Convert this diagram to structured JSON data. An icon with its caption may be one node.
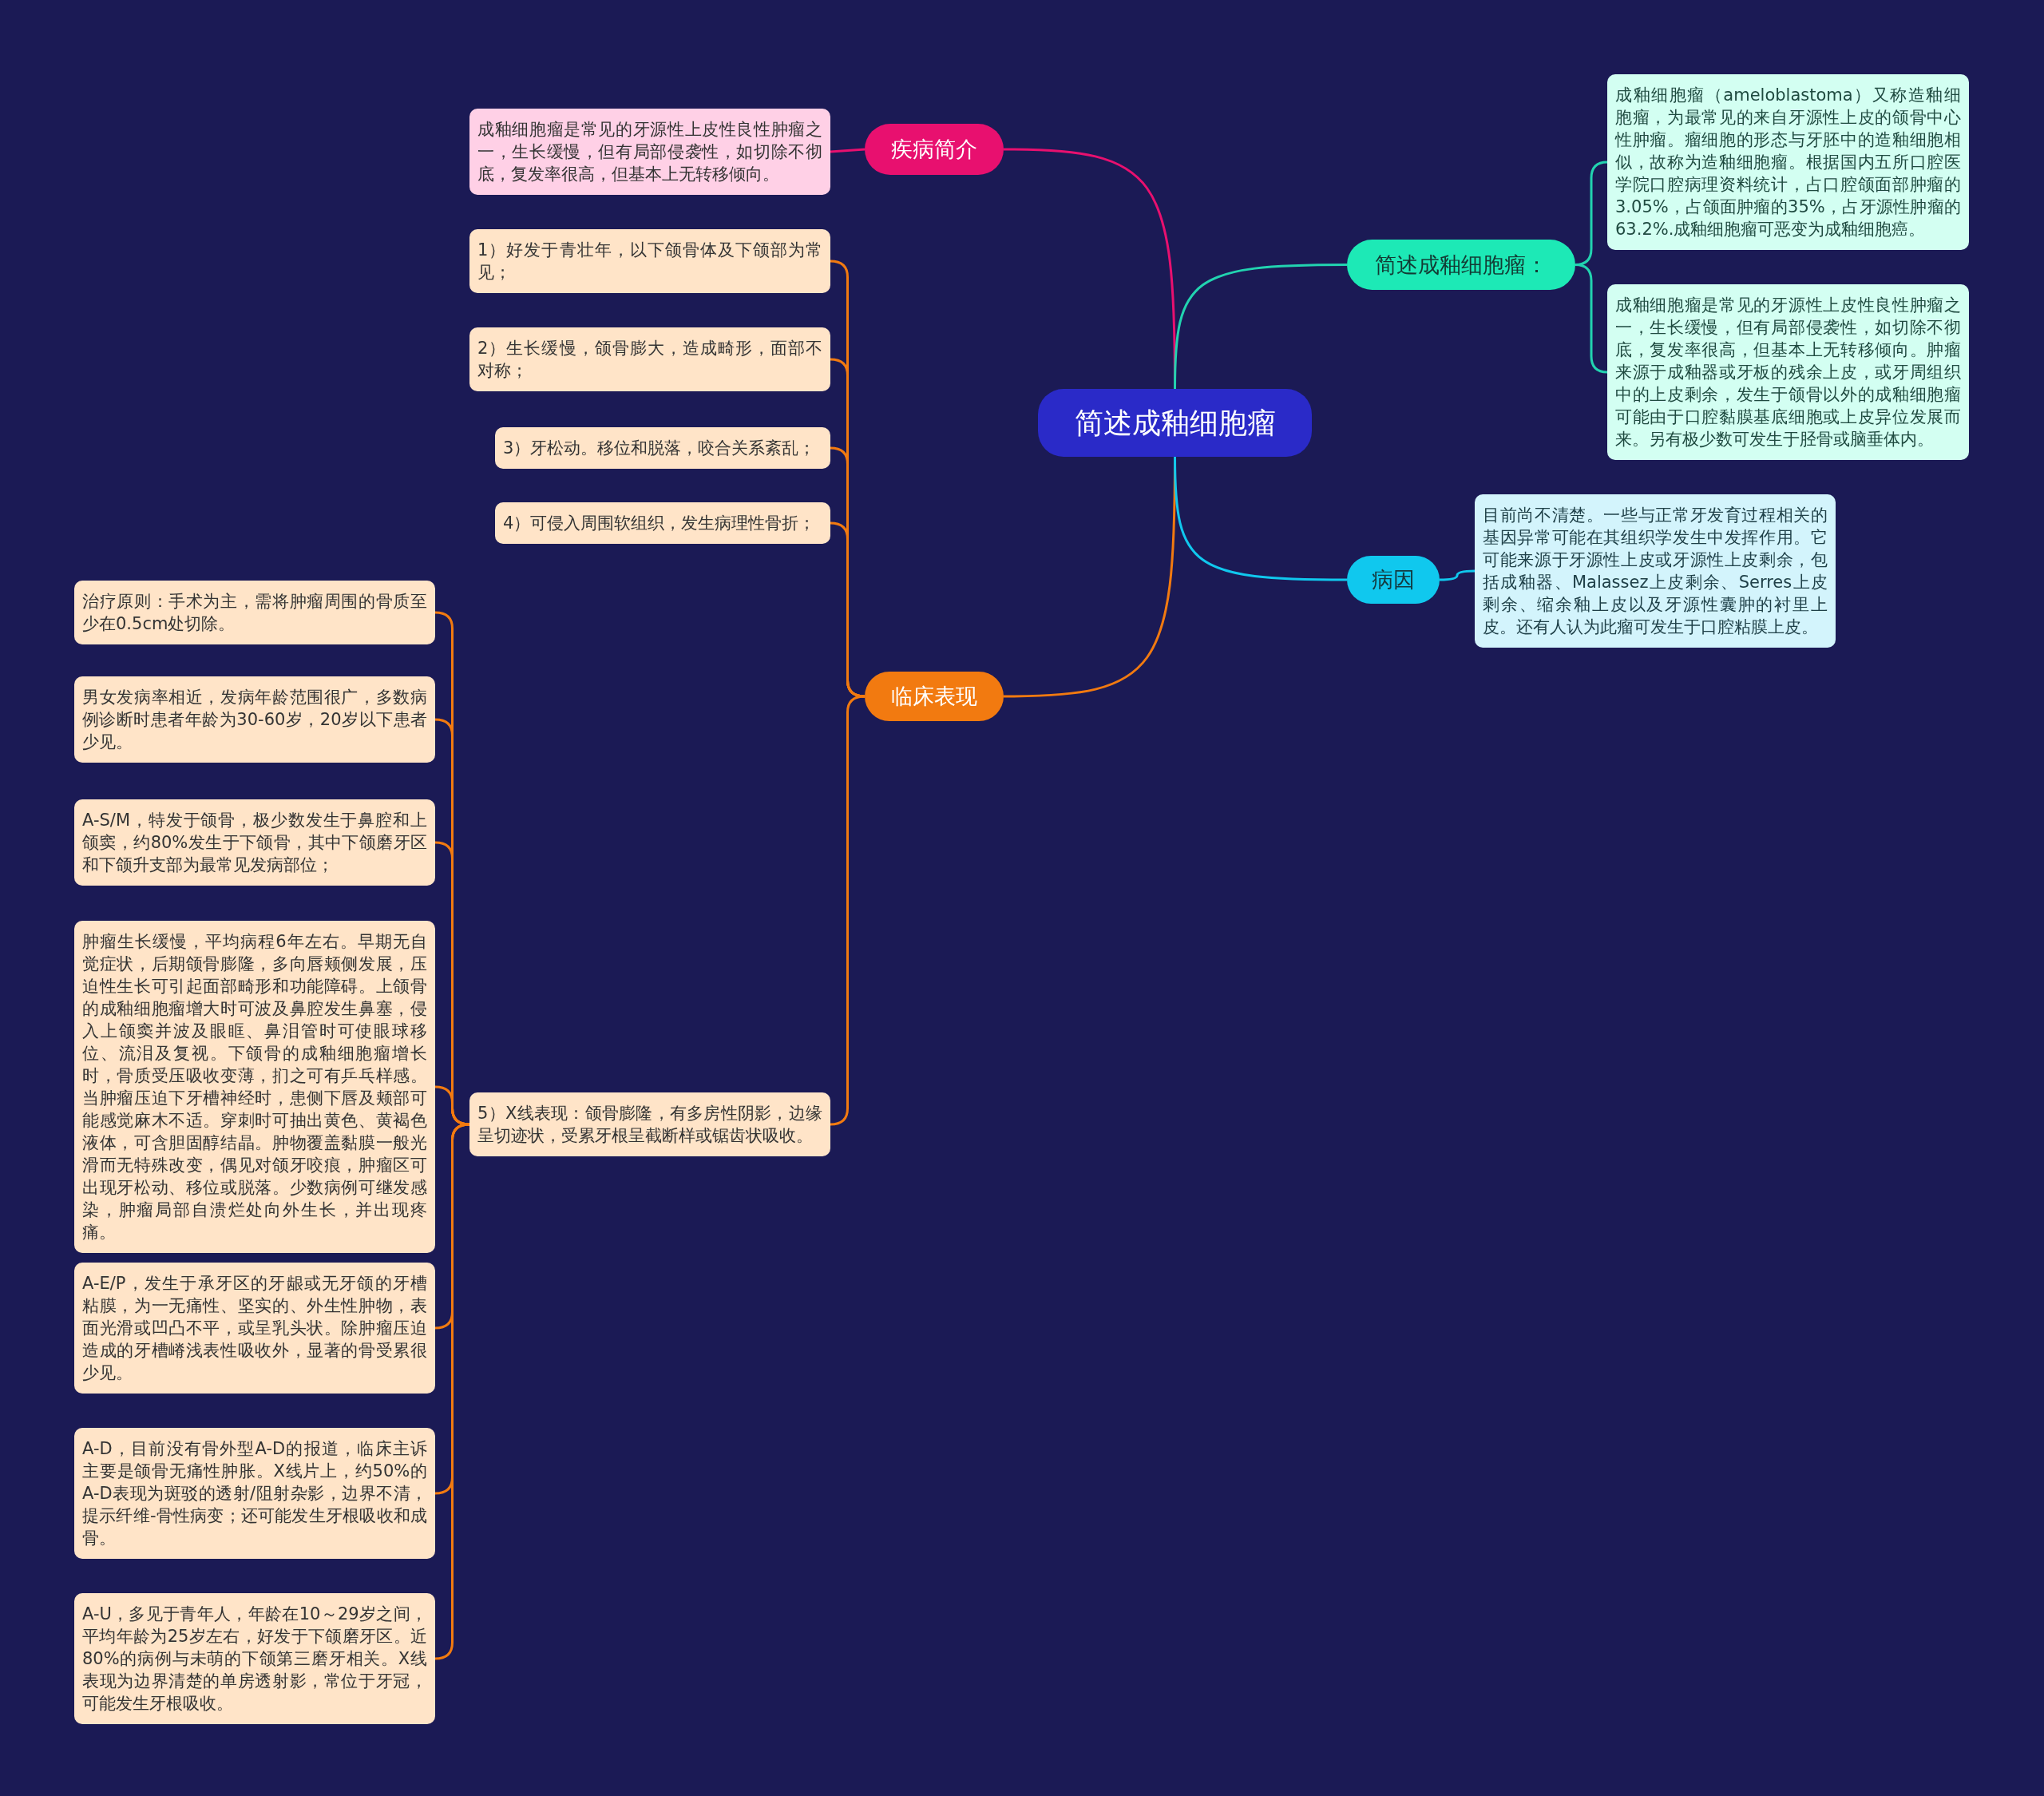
{
  "diagram": {
    "nodes": [
      {
        "text": [
          "简述成釉细胞瘤"
        ]
      },
      {
        "text": [
          "疾病简介"
        ]
      },
      {
        "text": [
          "成釉细胞瘤是常见的牙源性上皮性良性肿瘤之一，生长缓慢，但有局部侵袭性，如切除不彻底，复发率很高，但基本上无转移倾向。"
        ]
      },
      {
        "text": [
          "临床表现"
        ]
      },
      {
        "text": [
          "1）好发于青壮年，以下颌骨体及下颌部为常见；"
        ]
      },
      {
        "text": [
          "2）生长缓慢，颌骨膨大，造成畸形，面部不对称；"
        ]
      },
      {
        "text": [
          "3）牙松动。移位和脱落，咬合关系紊乱；"
        ]
      },
      {
        "text": [
          "4）可侵入周围软组织，发生病理性骨折；"
        ]
      },
      {
        "text": [
          "5）X线表现：颌骨膨隆，有多房性阴影，边缘呈切迹状，受累牙根呈截断样或锯齿状吸收。"
        ]
      },
      {
        "text": [
          "治疗原则：手术为主，需将肿瘤周围的骨质至少在0.5cm处切除。"
        ]
      },
      {
        "text": [
          "男女发病率相近，发病年龄范围很广，多数病例诊断时患者年龄为30-60岁，20岁以下患者少见。"
        ]
      },
      {
        "text": [
          "A-S/M，特发于颌骨，极少数发生于鼻腔和上颌窦，约80%发生于下颌骨，其中下颌磨牙区和下颌升支部为最常见发病部位；"
        ]
      },
      {
        "text": [
          "肿瘤生长缓慢，平均病程6年左右。早期无自觉症状，后期颌骨膨隆，多向唇颊侧发展，压迫性生长可引起面部畸形和功能障碍。上颌骨的成釉细胞瘤增大时可波及鼻腔发生鼻塞，侵入上颌窦并波及眼眶、鼻泪管时可使眼球移位、流泪及复视。下颌骨的成釉细胞瘤增长时，骨质受压吸收变薄，扪之可有乒乓样感。当肿瘤压迫下牙槽神经时，患侧下唇及颊部可能感觉麻木不适。穿刺时可抽出黄色、黄褐色液体，可含胆固醇结晶。肿物覆盖黏膜一般光滑而无特殊改变，偶见对颌牙咬痕，肿瘤区可出现牙松动、移位或脱落。少数病例可继发感染，肿瘤局部自溃烂处向外生长，并出现疼痛。"
        ]
      },
      {
        "text": [
          "A-E/P，发生于承牙区的牙龈或无牙颌的牙槽粘膜，为一无痛性、坚实的、外生性肿物，表面光滑或凹凸不平，或呈乳头状。除肿瘤压迫造成的牙槽嵴浅表性吸收外，显著的骨受累很少见。"
        ]
      },
      {
        "text": [
          "A-D，目前没有骨外型A-D的报道，临床主诉主要是颌骨无痛性肿胀。X线片上，约50%的A-D表现为斑驳的透射/阻射杂影，边界不清，提示纤维-骨性病变；还可能发生牙根吸收和成骨。"
        ]
      },
      {
        "text": [
          "A-U，多见于青年人，年龄在10～29岁之间，平均年龄为25岁左右，好发于下颌磨牙区。近80%的病例与未萌的下颌第三磨牙相关。X线表现为边界清楚的单房透射影，常位于牙冠，可能发生牙根吸收。"
        ]
      },
      {
        "text": [
          "简述成釉细胞瘤："
        ]
      },
      {
        "text": [
          "成釉细胞瘤（ameloblastoma）又称造釉细胞瘤，为最常见的来自牙源性上皮的颌骨中心性肿瘤。瘤细胞的形态与牙胚中的造釉细胞相似，故称为造釉细胞瘤。根据国内五所口腔医学院口腔病理资料统计，占口腔颌面部肿瘤的3.05%，占颌面肿瘤的35%，占牙源性肿瘤的63.2%.成釉细胞瘤可恶变为成釉细胞癌。"
        ]
      },
      {
        "text": [
          "成釉细胞瘤是常见的牙源性上皮性良性肿瘤之一，生长缓慢，但有局部侵袭性，如切除不彻底，复发率很高，但基本上无转移倾向。肿瘤来源于成釉器或牙板的残余上皮，或牙周组织中的上皮剩余，发生于颌骨以外的成釉细胞瘤可能由于口腔黏膜基底细胞或上皮异位发展而来。另有极少数可发生于胫骨或脑垂体内。"
        ]
      },
      {
        "text": [
          "病因"
        ]
      },
      {
        "text": [
          "目前尚不清楚。一些与正常牙发育过程相关的基因异常可能在其组织学发生中发挥作用。它可能来源于牙源性上皮或牙源性上皮剩余，包括成釉器、Malassez上皮剩余、Serres上皮剩余、缩余釉上皮以及牙源性囊肿的衬里上皮。还有人认为此瘤可发生于口腔粘膜上皮。"
        ]
      }
    ],
    "edges": [
      {
        "from": 0,
        "to": 1,
        "arrow": "none",
        "color": "#e8106f"
      },
      {
        "from": 1,
        "to": 2,
        "arrow": "none",
        "color": "#e8106f"
      },
      {
        "from": 0,
        "to": 3,
        "arrow": "none"
      },
      {
        "from": 3,
        "to": 4,
        "arrow": "none"
      },
      {
        "from": 3,
        "to": 5,
        "arrow": "none"
      },
      {
        "from": 3,
        "to": 6,
        "arrow": "none"
      },
      {
        "from": 3,
        "to": 7,
        "arrow": "none"
      },
      {
        "from": 3,
        "to": 8,
        "arrow": "none"
      },
      {
        "from": 8,
        "to": 9,
        "arrow": "none"
      },
      {
        "from": 8,
        "to": 10,
        "arrow": "none"
      },
      {
        "from": 8,
        "to": 11,
        "arrow": "none"
      },
      {
        "from": 8,
        "to": 12,
        "arrow": "none"
      },
      {
        "from": 8,
        "to": 13,
        "arrow": "none"
      },
      {
        "from": 8,
        "to": 14,
        "arrow": "none"
      },
      {
        "from": 8,
        "to": 15,
        "arrow": "none"
      },
      {
        "from": 0,
        "to": 16,
        "arrow": "none",
        "color": "#22d3b0"
      },
      {
        "from": 16,
        "to": 17,
        "arrow": "none",
        "color": "#22d3b0"
      },
      {
        "from": 16,
        "to": 18,
        "arrow": "none",
        "color": "#22d3b0"
      },
      {
        "from": 0,
        "to": 19,
        "arrow": "none",
        "color": "#10c8ee"
      },
      {
        "from": 19,
        "to": 20,
        "arrow": "none",
        "color": "#10c8ee"
      }
    ]
  }
}
